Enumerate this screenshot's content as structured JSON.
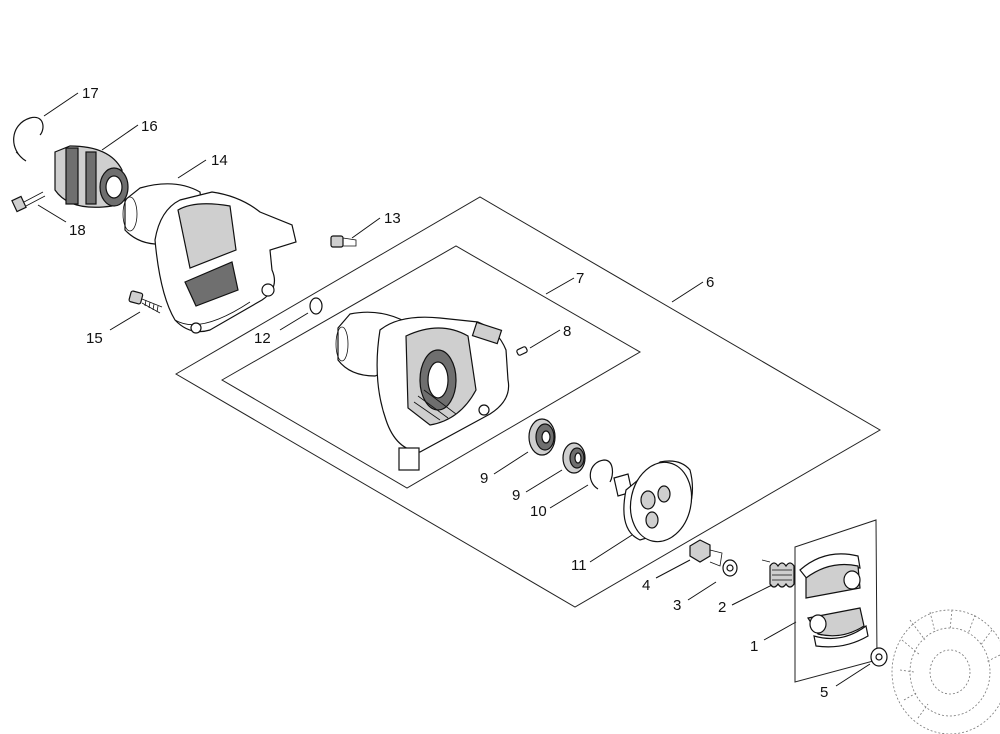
{
  "diagram": {
    "callouts": [
      {
        "id": "17",
        "text": "17"
      },
      {
        "id": "16",
        "text": "16"
      },
      {
        "id": "14",
        "text": "14"
      },
      {
        "id": "18",
        "text": "18"
      },
      {
        "id": "13",
        "text": "13"
      },
      {
        "id": "15",
        "text": "15"
      },
      {
        "id": "12",
        "text": "12"
      },
      {
        "id": "7",
        "text": "7"
      },
      {
        "id": "6",
        "text": "6"
      },
      {
        "id": "8",
        "text": "8"
      },
      {
        "id": "9a",
        "text": "9"
      },
      {
        "id": "9b",
        "text": "9"
      },
      {
        "id": "10",
        "text": "10"
      },
      {
        "id": "11",
        "text": "11"
      },
      {
        "id": "4",
        "text": "4"
      },
      {
        "id": "3",
        "text": "3"
      },
      {
        "id": "2",
        "text": "2"
      },
      {
        "id": "1",
        "text": "1"
      },
      {
        "id": "5",
        "text": "5"
      }
    ]
  }
}
